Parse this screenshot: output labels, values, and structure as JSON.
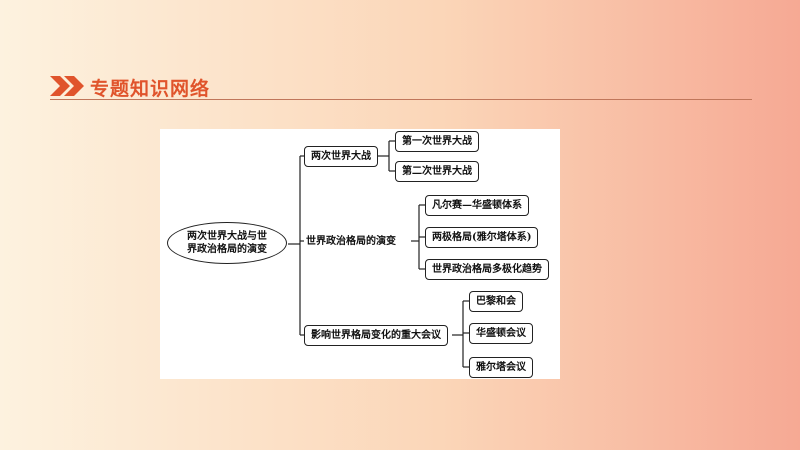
{
  "header": {
    "title": "专题知识网络",
    "accent_color": "#e0542c",
    "icon": "double-chevron-icon"
  },
  "diagram": {
    "root": {
      "line1": "两次世界大战与世",
      "line2": "界政治格局的演变"
    },
    "branches": [
      {
        "label": "两次世界大战",
        "children": [
          "第一次世界大战",
          "第二次世界大战"
        ]
      },
      {
        "label": "世界政治格局的演变",
        "children": [
          "凡尔赛—华盛顿体系",
          "两极格局(雅尔塔体系)",
          "世界政治格局多极化趋势"
        ]
      },
      {
        "label": "影响世界格局变化的重大会议",
        "children": [
          "巴黎和会",
          "华盛顿会议",
          "雅尔塔会议"
        ]
      }
    ]
  }
}
